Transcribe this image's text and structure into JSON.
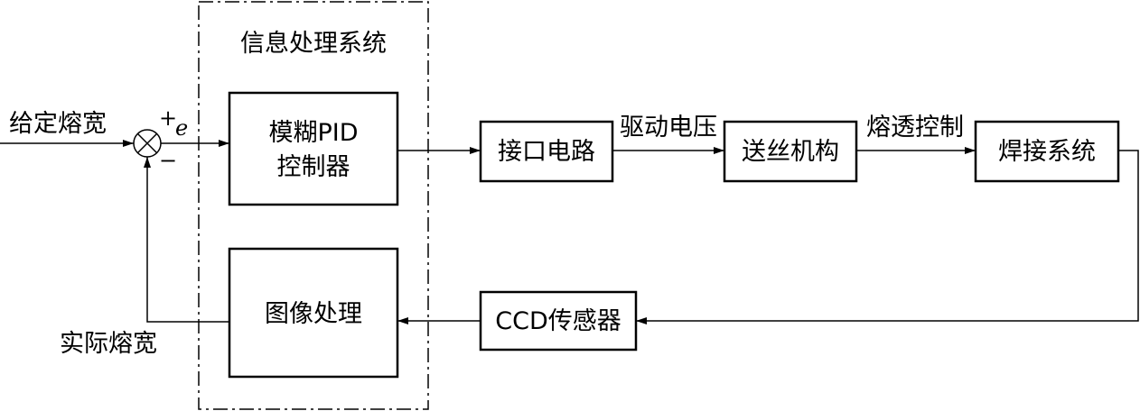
{
  "group": {
    "title": "信息处理系统"
  },
  "blocks": {
    "fuzzy_pid": {
      "line1": "模糊PID",
      "line2": "控制器"
    },
    "image_processing": "图像处理",
    "interface_circuit": "接口电路",
    "wire_feed": "送丝机构",
    "welding_system": "焊接系统",
    "ccd_sensor": "CCD传感器"
  },
  "signals": {
    "setpoint": "给定熔宽",
    "actual": "实际熔宽",
    "drive_voltage": "驱动电压",
    "penetration_control": "熔透控制",
    "error": "e",
    "plus": "+",
    "minus": "−"
  }
}
